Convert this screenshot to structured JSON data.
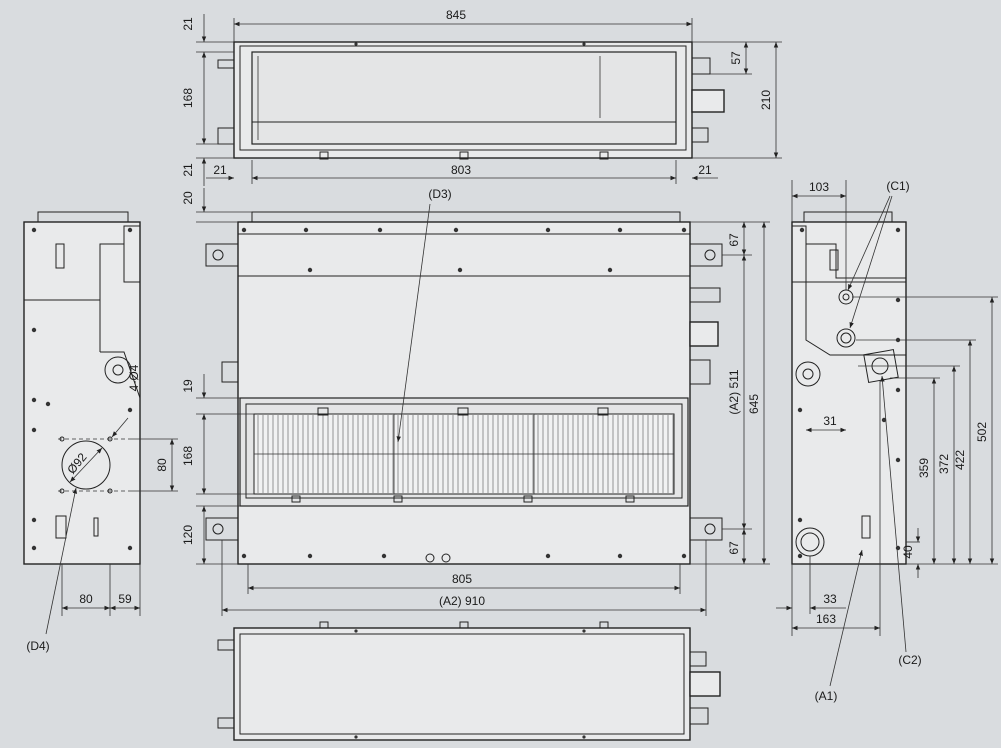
{
  "colors": {
    "background": "#d9dcdf",
    "line": "#222222",
    "body_fill": "#e9eaeb"
  },
  "top_view": {
    "width_total": "845",
    "width_inner": "803",
    "height_total": "210",
    "offset_top": "21",
    "height_duct": "168",
    "offset_bottom": "21",
    "pipe_offset": "57",
    "side_left": "21",
    "side_right": "21"
  },
  "front_view": {
    "top_gap": "20",
    "height_total": "645",
    "height_A2": "(A2) 511",
    "right_top": "67",
    "right_bottom": "67",
    "filter_offset": "19",
    "filter_height": "168",
    "bottom_height": "120",
    "width_inner": "805",
    "width_A2": "(A2) 910"
  },
  "left_view": {
    "hole_label": "4-Ø4",
    "duct_diameter": "Ø92",
    "hole_spacing_v": "80",
    "width_a": "80",
    "width_b": "59"
  },
  "right_view": {
    "top_offset": "103",
    "dim_31": "31",
    "dim_359": "359",
    "dim_372": "372",
    "dim_422": "422",
    "dim_502": "502",
    "dim_40": "40",
    "dim_33": "33",
    "dim_163": "163"
  },
  "callouts": {
    "c1": "(C1)",
    "c2": "(C2)",
    "a1": "(A1)",
    "d3": "(D3)",
    "d4": "(D4)"
  }
}
